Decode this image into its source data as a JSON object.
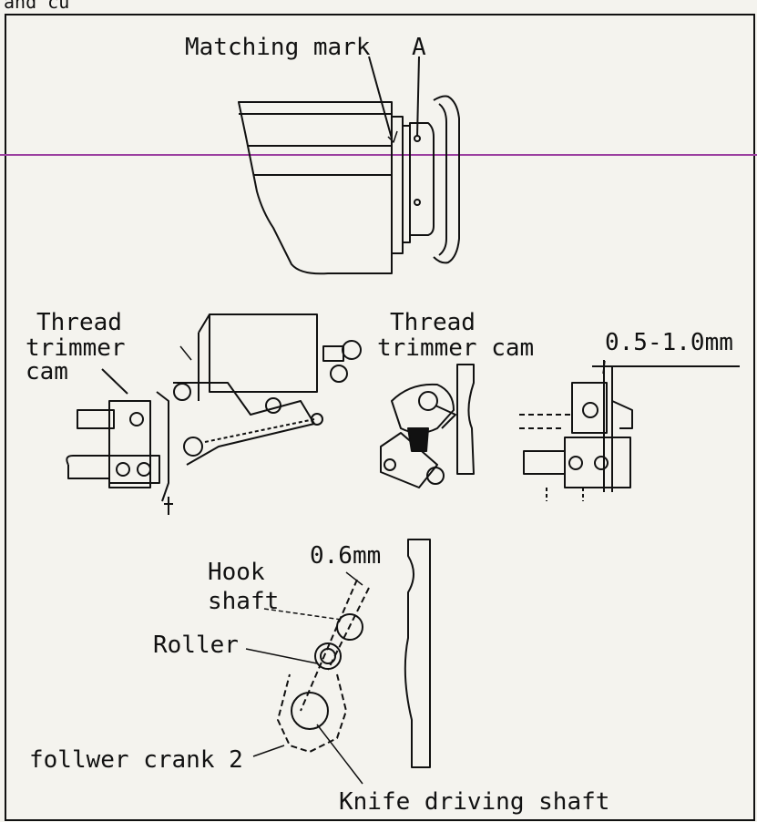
{
  "top_fragment": "and cu",
  "labels": {
    "matching_mark": "Matching mark",
    "a": "A",
    "thread_left_1": "Thread",
    "thread_left_2": "trimmer",
    "thread_left_3": "cam",
    "thread_mid_1": "Thread",
    "thread_mid_2": "trimmer cam",
    "gap_1": "0.5-1.0mm",
    "gap_2": "0.6mm",
    "hook_1": "Hook",
    "hook_2": "shaft",
    "roller": "Roller",
    "follower": "follwer crank 2",
    "knife": "Knife driving shaft"
  },
  "colors": {
    "ink": "#111111",
    "paper": "#f4f3ee",
    "guide_line": "#9b3fa0"
  }
}
